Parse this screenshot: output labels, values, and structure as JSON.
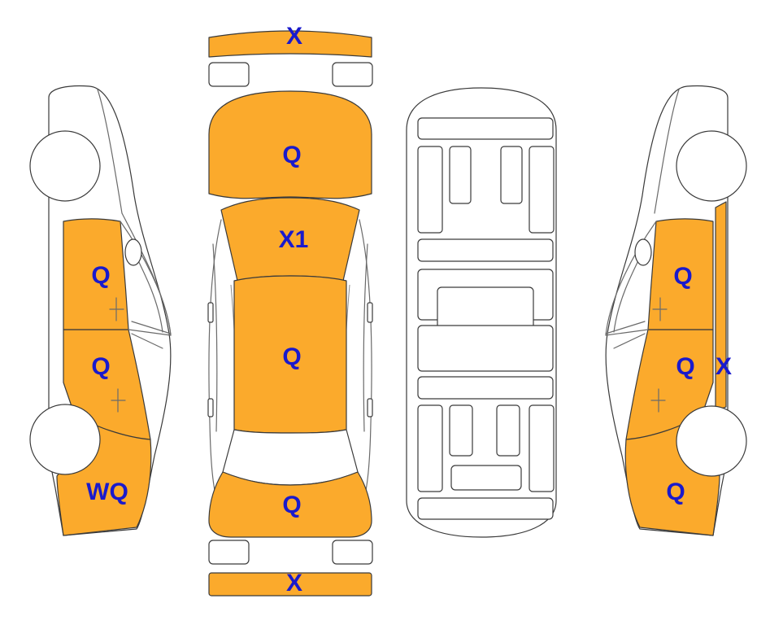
{
  "colors": {
    "damaged": "#FBAA2C",
    "body": "#FFFFFF",
    "outline": "#3A3A3A",
    "code_text": "#1A1ACC"
  },
  "codes": {
    "front_bumper": "X",
    "rear_bumper": "X",
    "hood": "Q",
    "windshield": "X1",
    "roof": "Q",
    "trunk": "Q",
    "left_front_door": "Q",
    "left_rear_door": "Q",
    "left_rear_quarter": "WQ",
    "right_front_door": "Q",
    "right_rear_door": "Q",
    "right_pillar": "X",
    "right_rear_quarter": "Q"
  }
}
